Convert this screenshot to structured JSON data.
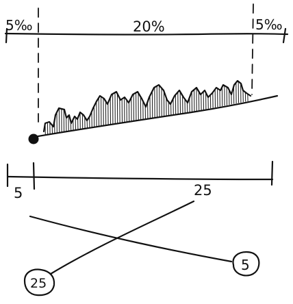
{
  "top_scale": {
    "left_label": "5‰",
    "middle_label": "20%",
    "right_label": "5‰"
  },
  "bottom_scale": {
    "left_label": "5",
    "right_label": "25"
  },
  "crossing": {
    "upper_right_label": "25",
    "lower_right_circle": "5",
    "lower_left_circle": "25"
  }
}
